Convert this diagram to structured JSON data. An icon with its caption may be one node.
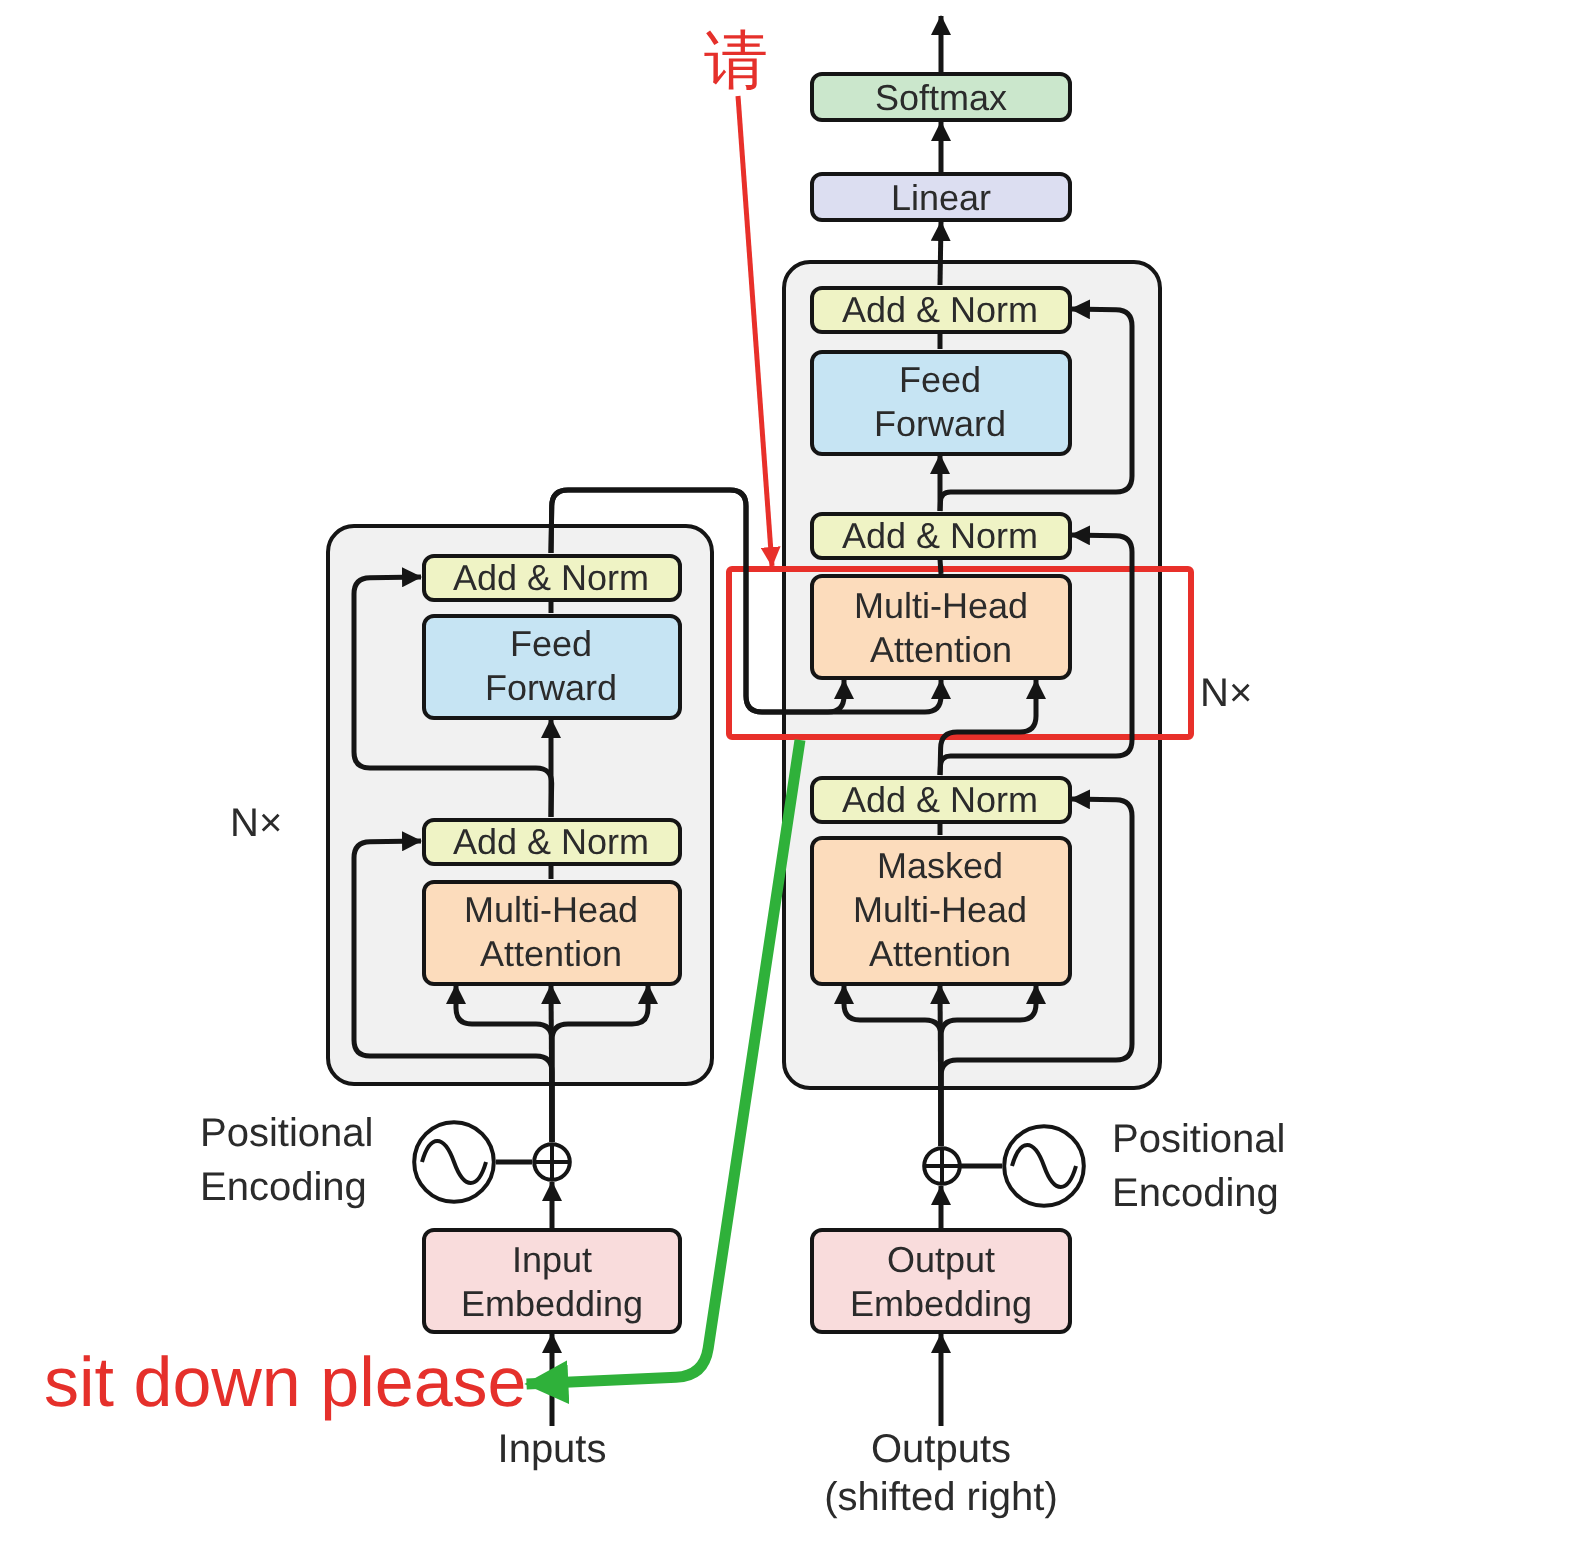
{
  "diagram": {
    "nodes": [
      {
        "text": [
          "请"
        ]
      },
      {
        "text": [
          "Softmax"
        ]
      },
      {
        "text": [
          "Linear"
        ]
      },
      {
        "text": [],
        "shape": "box"
      },
      {
        "text": [
          "Add & Norm"
        ],
        "in": 3
      },
      {
        "text": [
          "Feed Forward"
        ],
        "in": 3
      },
      {
        "text": [
          "Add & Norm"
        ],
        "in": 3
      },
      {
        "text": [],
        "shape": "box"
      },
      {
        "text": [
          "Multi-Head Attention"
        ],
        "in": 7
      },
      {
        "text": [
          "Add & Norm"
        ],
        "in": 3
      },
      {
        "text": [
          "Masked Multi-Head Attention"
        ],
        "in": 3
      },
      {
        "text": [],
        "shape": "box",
        "beside": [
          "N×"
        ]
      },
      {
        "text": [
          "Add & Norm"
        ],
        "in": 11
      },
      {
        "text": [
          "Feed Forward"
        ],
        "in": 11
      },
      {
        "text": [
          "Add & Norm"
        ],
        "in": 11
      },
      {
        "text": [
          "Multi-Head Attention"
        ],
        "in": 11
      },
      {
        "text": [],
        "shape": "circle",
        "beside": [
          "Positional Encoding"
        ]
      },
      {
        "text": [],
        "shape": "circle"
      },
      {
        "text": [],
        "shape": "circle"
      },
      {
        "text": [],
        "shape": "circle",
        "beside": [
          "Positional Encoding"
        ]
      },
      {
        "text": [
          "Input Embedding"
        ]
      },
      {
        "text": [
          "Output Embedding"
        ]
      },
      {
        "text": [
          "sit down please"
        ]
      },
      {
        "text": [
          "Inputs"
        ]
      },
      {
        "text": [
          "Outputs (shifted right)"
        ]
      }
    ],
    "edges": [
      {
        "from": 1,
        "to": null,
        "arrow": "to"
      },
      {
        "from": 2,
        "to": 1,
        "arrow": "to"
      },
      {
        "from": 4,
        "to": 2,
        "arrow": "to"
      },
      {
        "from": 5,
        "to": 4,
        "arrow": "none"
      },
      {
        "from": 6,
        "to": 5,
        "arrow": "to"
      },
      {
        "from": 6,
        "to": 4,
        "arrow": "to"
      },
      {
        "from": 8,
        "to": 6,
        "arrow": "none"
      },
      {
        "from": 12,
        "to": 8,
        "arrow": "to"
      },
      {
        "from": 12,
        "to": 8,
        "arrow": "to"
      },
      {
        "from": 9,
        "to": 8,
        "arrow": "to"
      },
      {
        "from": 9,
        "to": 6,
        "arrow": "to"
      },
      {
        "from": 10,
        "to": 9,
        "arrow": "none"
      },
      {
        "from": 18,
        "to": 10,
        "arrow": "to"
      },
      {
        "from": 18,
        "to": 10,
        "arrow": "to"
      },
      {
        "from": 18,
        "to": 10,
        "arrow": "to"
      },
      {
        "from": 18,
        "to": 9,
        "arrow": "to"
      },
      {
        "from": 19,
        "to": 18,
        "arrow": "none"
      },
      {
        "from": 21,
        "to": 18,
        "arrow": "to"
      },
      {
        "from": 24,
        "to": 21,
        "arrow": "to"
      },
      {
        "from": 13,
        "to": 12,
        "arrow": "none"
      },
      {
        "from": 14,
        "to": 13,
        "arrow": "to"
      },
      {
        "from": 14,
        "to": 12,
        "arrow": "to"
      },
      {
        "from": 15,
        "to": 14,
        "arrow": "none"
      },
      {
        "from": 17,
        "to": 15,
        "arrow": "to"
      },
      {
        "from": 17,
        "to": 15,
        "arrow": "to"
      },
      {
        "from": 17,
        "to": 15,
        "arrow": "to"
      },
      {
        "from": 17,
        "to": 14,
        "arrow": "to"
      },
      {
        "from": 16,
        "to": 17,
        "arrow": "none"
      },
      {
        "from": 20,
        "to": 17,
        "arrow": "to"
      },
      {
        "from": 23,
        "to": 20,
        "arrow": "to"
      },
      {
        "from": 0,
        "to": 7,
        "arrow": "to",
        "color": "#e8302a"
      },
      {
        "from": 7,
        "to": 22,
        "arrow": "to",
        "style": "thick",
        "color": "#2fb13a"
      }
    ],
    "labels": [
      "N×"
    ]
  }
}
